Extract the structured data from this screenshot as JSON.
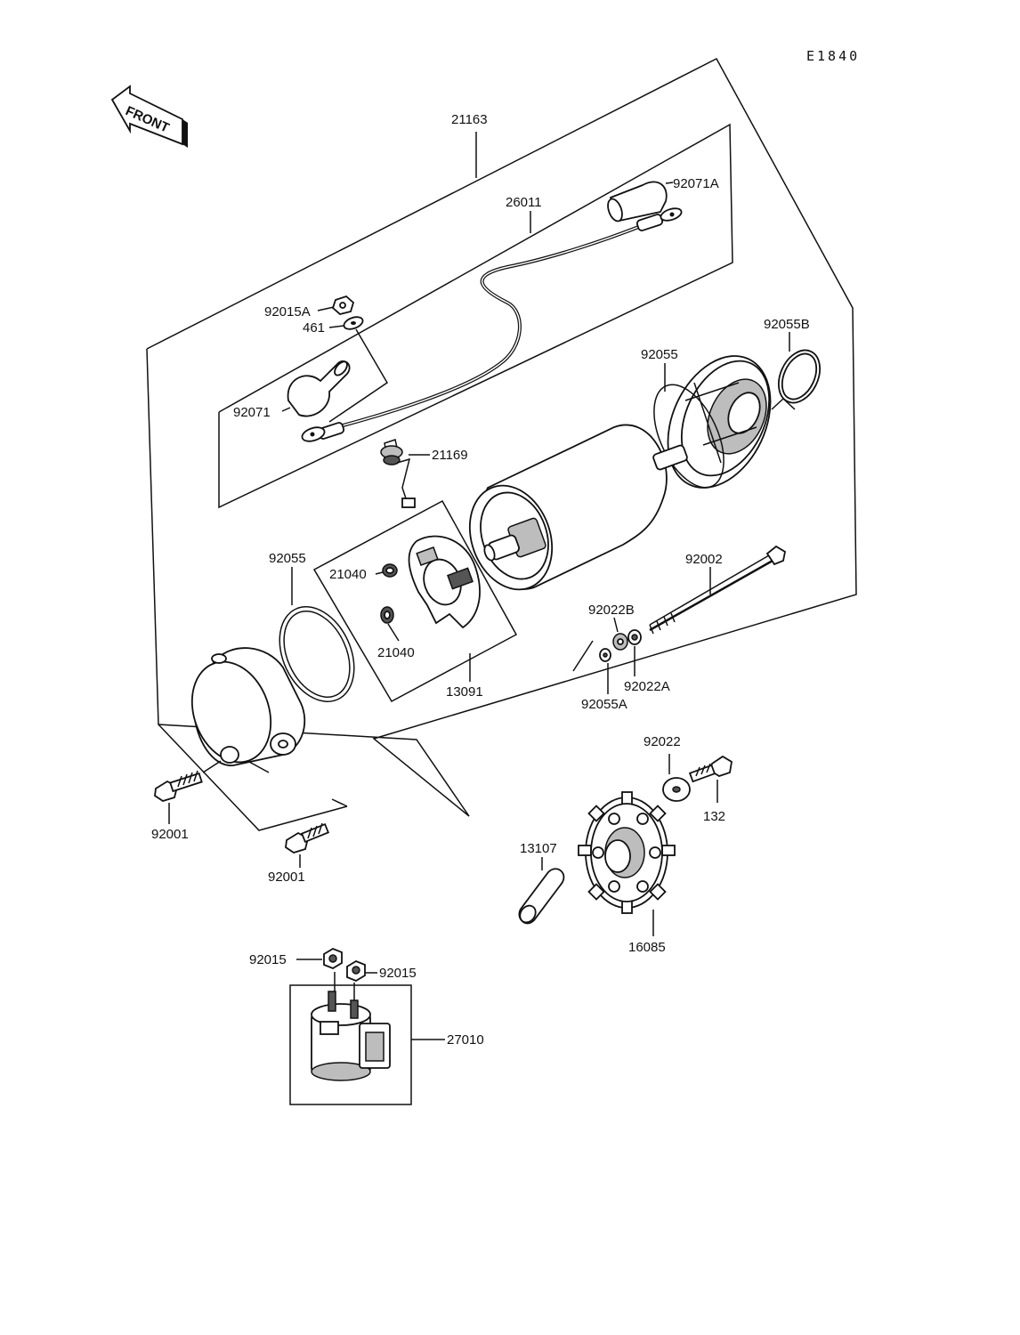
{
  "diagram_code": "E1840",
  "front_label": "FRONT",
  "labels": {
    "p21163": "21163",
    "p26011": "26011",
    "p92071A": "92071A",
    "p92015A": "92015A",
    "p461": "461",
    "p92071": "92071",
    "p92055B": "92055B",
    "p92055_top": "92055",
    "p21169": "21169",
    "p92055_left": "92055",
    "p21040_a": "21040",
    "p21040_b": "21040",
    "p13091": "13091",
    "p92002": "92002",
    "p92022B": "92022B",
    "p92022A": "92022A",
    "p92055A": "92055A",
    "p92022": "92022",
    "p132": "132",
    "p92001_a": "92001",
    "p92001_b": "92001",
    "p13107": "13107",
    "p16085": "16085",
    "p92015_a": "92015",
    "p92015_b": "92015",
    "p27010": "27010"
  }
}
